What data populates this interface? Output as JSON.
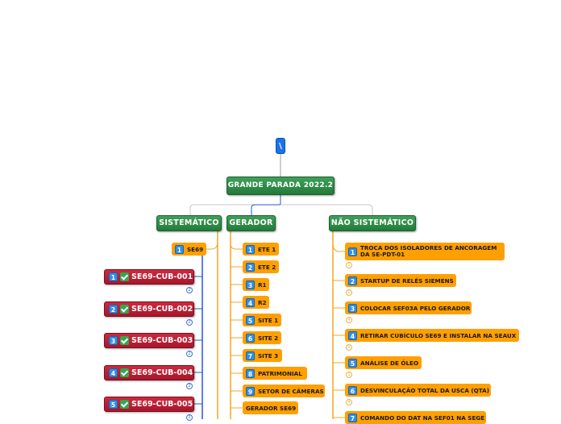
{
  "root": {
    "label": "\\"
  },
  "central": {
    "label": "GRANDE PARADA 2022.2"
  },
  "branches": {
    "sistematico": {
      "label": "SISTEMÁTICO",
      "children": [
        {
          "num": "1",
          "label": "SE69"
        }
      ],
      "cubicles": [
        {
          "num": "1",
          "label": "SE69-CUB-001",
          "badge": "2"
        },
        {
          "num": "2",
          "label": "SE69-CUB-002",
          "badge": "2"
        },
        {
          "num": "3",
          "label": "SE69-CUB-003",
          "badge": "2"
        },
        {
          "num": "4",
          "label": "SE69-CUB-004",
          "badge": "2"
        },
        {
          "num": "5",
          "label": "SE69-CUB-005",
          "badge": "2"
        }
      ]
    },
    "gerador": {
      "label": "GERADOR",
      "children": [
        {
          "num": "1",
          "label": "ETE 1"
        },
        {
          "num": "2",
          "label": "ETE 2"
        },
        {
          "num": "3",
          "label": "R1"
        },
        {
          "num": "4",
          "label": "R2"
        },
        {
          "num": "5",
          "label": "SITE 1"
        },
        {
          "num": "6",
          "label": "SITE 2"
        },
        {
          "num": "7",
          "label": "SITE 3"
        },
        {
          "num": "8",
          "label": "PATRIMONIAL"
        },
        {
          "num": "9",
          "label": "SETOR DE CÂMERAS"
        },
        {
          "num": "",
          "label": "GERADOR SE69"
        }
      ]
    },
    "nao_sistematico": {
      "label": "NÃO SISTEMÁTICO",
      "children": [
        {
          "num": "1",
          "label": "TROCA DOS ISOLADORES DE ANCORAGEM DA SE-PDT-01",
          "badge": "1"
        },
        {
          "num": "2",
          "label": "STARTUP DE RELÉS SIEMENS",
          "badge": "1"
        },
        {
          "num": "3",
          "label": "COLOCAR SEF03A PELO GERADOR",
          "badge": "4"
        },
        {
          "num": "4",
          "label": "RETIRAR CUBÍCULO SE69 E INSTALAR NA SEAUX",
          "badge": "1"
        },
        {
          "num": "5",
          "label": "ANÁLISE DE ÓLEO",
          "badge": "1"
        },
        {
          "num": "6",
          "label": "DESVINCULAÇÃO TOTAL DA USCA (QTA)",
          "badge": "4"
        },
        {
          "num": "7",
          "label": "COMANDO DO DAT NA SEF01 NA SEGE"
        }
      ]
    }
  },
  "colors": {
    "central": "#2e8b46",
    "topic": "#2e8b46",
    "subtopic": "#ff9f00",
    "cubicle": "#c0213a",
    "number_icon": "#2f8fe6",
    "check_icon": "#2fa84f",
    "line_blue": "#2856d8",
    "line_orange": "#f5a623",
    "line_gray": "#c8c8c8"
  }
}
